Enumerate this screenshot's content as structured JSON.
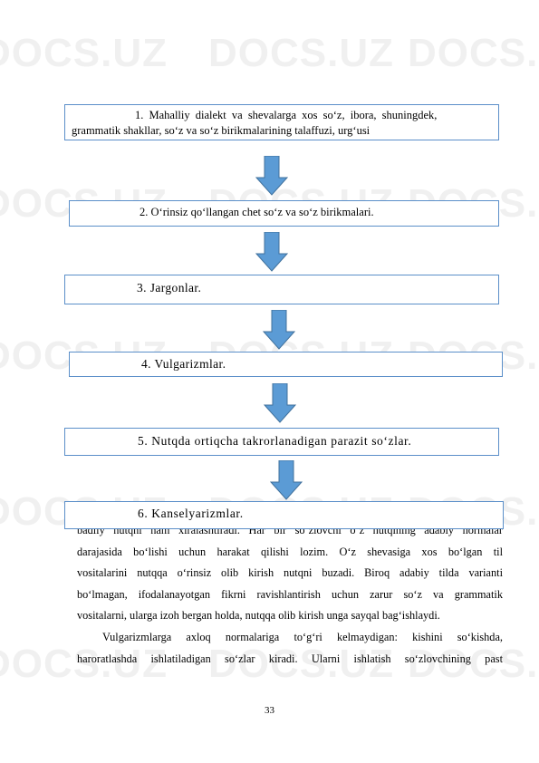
{
  "watermark": "DOCS.UZ",
  "flow": {
    "step1_line1": "1. Mahalliy dialekt va shevalarga xos so‘z, ibora, shuningdek,",
    "step1_line2": "grammatik shakllar, so‘z va so‘z birikmalarining talaffuzi, urg‘usi",
    "step2": "2. O‘rinsiz qo‘llangan chet so‘z va so‘z birikmalari.",
    "step3": "3. Jargonlar.",
    "step4": "4. Vulgarizmlar.",
    "step5": "5. Nutqda ortiqcha takrorlanadigan parazit so‘zlar.",
    "step6": "6. Kanselyarizmlar."
  },
  "body": {
    "line1": "badiiy nutqni ham xiralashtiradi. Har bir so‘zlovchi o‘z nutqining adabiy normalar",
    "line2": "darajasida bo‘lishi uchun harakat qilishi lozim. O‘z shevasiga xos bo‘lgan til",
    "line3": "vositalarini nutqqa o‘rinsiz olib kirish nutqni buzadi. Biroq adabiy tilda varianti",
    "line4": "bo‘lmagan, ifodalanayotgan fikrni ravishlantirish uchun zarur so‘z va grammatik",
    "line5": "vositalarni, ularga izoh bergan holda, nutqqa olib kirish unga sayqal bag‘ishlaydi.",
    "line6": "Vulgarizmlarga axloq normalariga to‘g‘ri kelmaydigan: kishini so‘kishda,",
    "line7": "haroratlashda ishlatiladigan so‘zlar kiradi. Ularni ishlatish so‘zlovchining past"
  },
  "page_number": "33",
  "colors": {
    "box_border": "#5b8fc9",
    "arrow_fill": "#5b9bd5",
    "arrow_stroke": "#41719c"
  }
}
